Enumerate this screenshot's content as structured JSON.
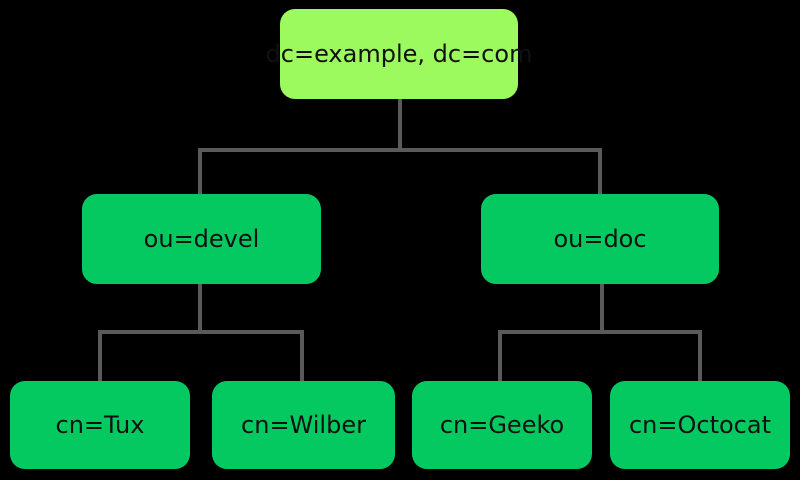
{
  "colors": {
    "background": "#000000",
    "root_fill": "#9cf95e",
    "node_fill": "#04c961",
    "line": "#5a5a5a",
    "text": "#111111"
  },
  "tree": {
    "root": {
      "label": "dc=example, dc=com",
      "children": [
        {
          "label": "ou=devel",
          "children": [
            {
              "label": "cn=Tux"
            },
            {
              "label": "cn=Wilber"
            }
          ]
        },
        {
          "label": "ou=doc",
          "children": [
            {
              "label": "cn=Geeko"
            },
            {
              "label": "cn=Octocat"
            }
          ]
        }
      ]
    }
  }
}
